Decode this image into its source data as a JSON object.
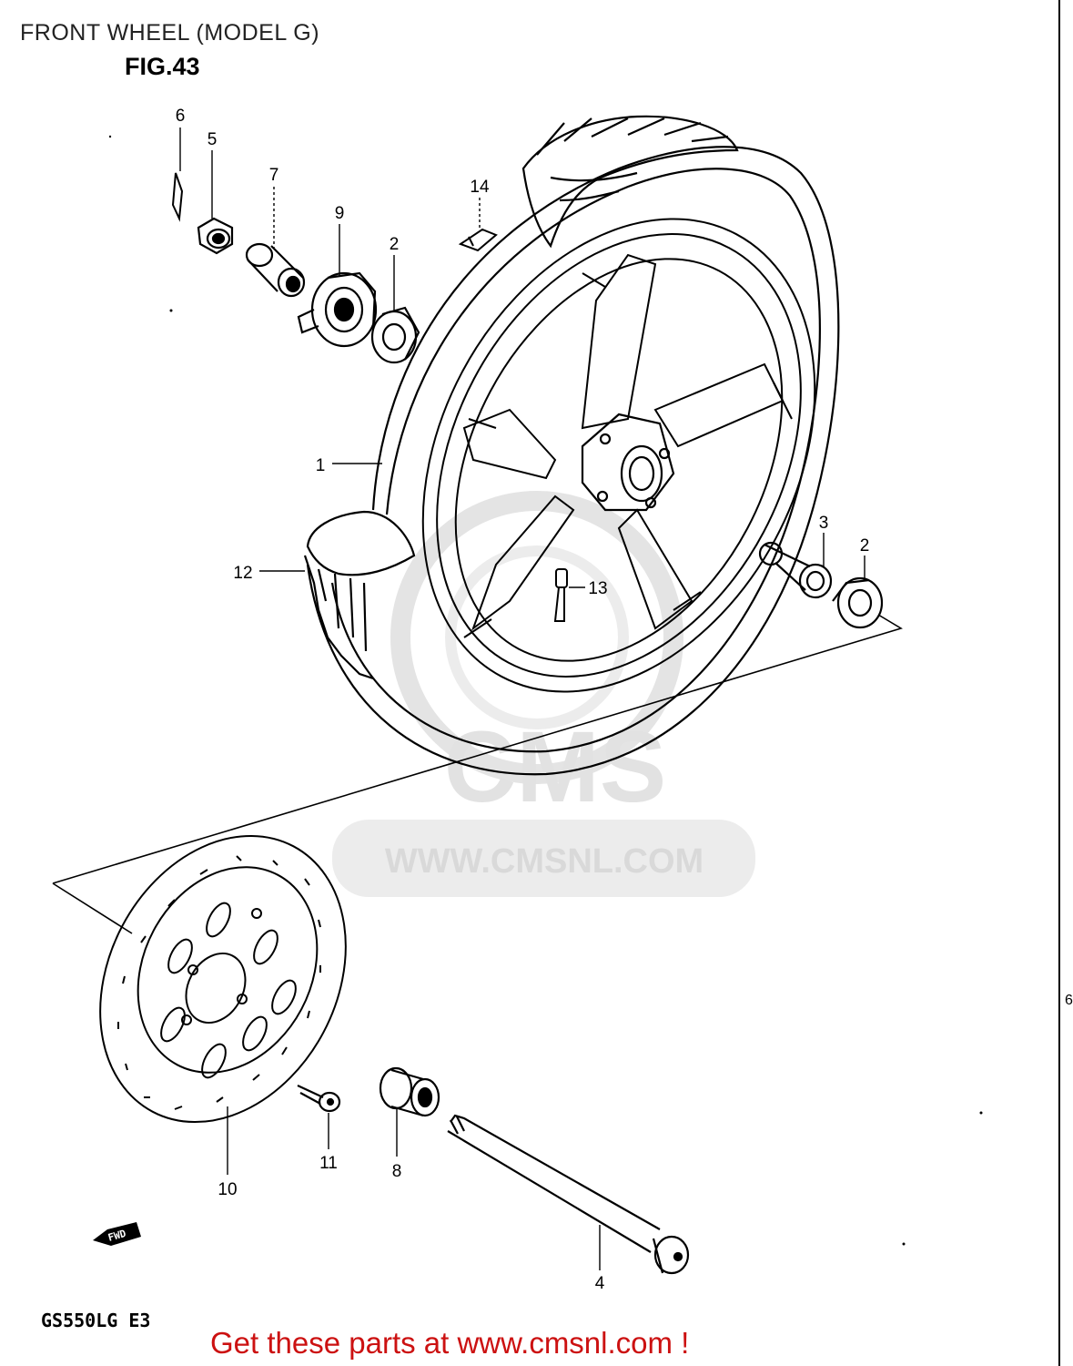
{
  "page_title": "FRONT WHEEL (MODEL G)",
  "figure_label": "FIG.43",
  "model_code": "GS550LG E3",
  "watermark": {
    "brand": "CMS",
    "url": "WWW.CMSNL.COM"
  },
  "fwd_marker": "FWD",
  "promo_link": "Get these parts at www.cmsnl.com !",
  "edge_fragment": "6",
  "callouts": {
    "c1": "1",
    "c2a": "2",
    "c2b": "2",
    "c3": "3",
    "c4": "4",
    "c5": "5",
    "c6": "6",
    "c7": "7",
    "c8": "8",
    "c9": "9",
    "c10": "10",
    "c11": "11",
    "c12": "12",
    "c13": "13",
    "c14": "14"
  }
}
